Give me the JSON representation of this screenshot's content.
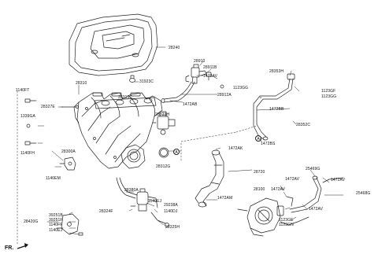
{
  "part_labels": {
    "p28240": "28240",
    "p31923c": "31923C",
    "p28910": "28910",
    "p28911b": "28911B",
    "p1472av_a": "1472AV",
    "p1123gg_a": "1123GG",
    "p28912a": "28912A",
    "p1472ab": "1472AB",
    "p28353h": "28353H",
    "p1123gf": "1123GF",
    "p1123gg_b": "1123GG",
    "p1472bb": "1472BB",
    "p28352c": "28352C",
    "p1472bs": "1472BS",
    "p28310": "28310",
    "p1140ft": "1140FT",
    "p28327e": "28327E",
    "p28313c": "28313C",
    "p1339ga": "1339GA",
    "p28323h": "28323H",
    "p1140fh": "1140FH",
    "p28300a": "28300A",
    "p1140em": "1140EM",
    "p28312g": "28312G",
    "p1472ak": "1472AK",
    "p28720": "28720",
    "p1472am": "1472AM",
    "p28380a": "28380A",
    "p25469g": "25469G",
    "p1472av_b": "1472AV",
    "p1472av_c": "1472AV",
    "p28100": "28100",
    "p1472av_d": "1472AV",
    "p25468g": "25468G",
    "p1123ge": "1123GE",
    "p1123gn": "1123GN",
    "p1472av_e": "1472AV",
    "p1140ej_a": "1140EJ",
    "p29238a": "29238A",
    "p28324f": "28324F",
    "p1140dj": "1140DJ",
    "p28420g": "28420G",
    "p39251b": "39251B",
    "p39251f": "39251F",
    "p1140ff": "1140FF",
    "p1140ej_b": "1140EJ",
    "p28325h": "28325H"
  },
  "reference_markers": {
    "ref_a_left": "A",
    "ref_a_right": "A"
  },
  "direction_marker": "FR."
}
